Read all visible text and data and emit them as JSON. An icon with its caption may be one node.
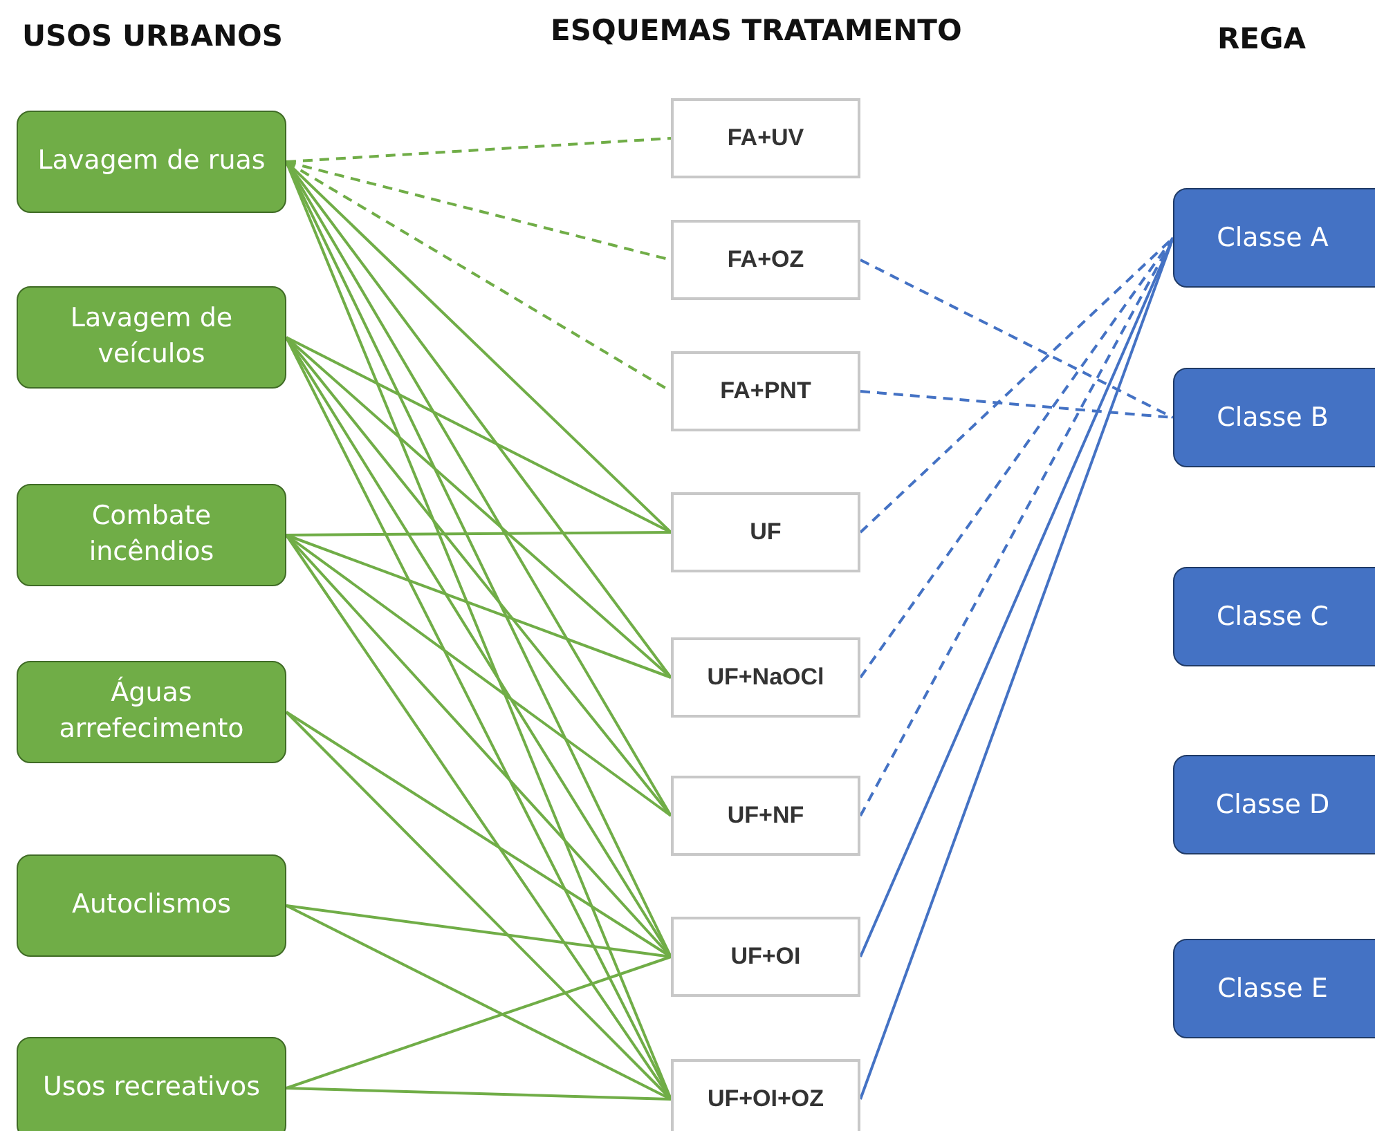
{
  "diagram": {
    "nodes": [
      {
        "text": [
          "Lavagem de ruas"
        ]
      },
      {
        "text": [
          "Lavagem de veículos"
        ]
      },
      {
        "text": [
          "Combate incêndios"
        ]
      },
      {
        "text": [
          "Águas arrefecimento"
        ]
      },
      {
        "text": [
          "Autoclismos"
        ]
      },
      {
        "text": [
          "Usos recreativos"
        ]
      },
      {
        "text": [
          "FA+UV"
        ]
      },
      {
        "text": [
          "FA+OZ"
        ]
      },
      {
        "text": [
          "FA+PNT"
        ]
      },
      {
        "text": [
          "UF"
        ]
      },
      {
        "text": [
          "UF+NaOCl"
        ]
      },
      {
        "text": [
          "UF+NF"
        ]
      },
      {
        "text": [
          "UF+OI"
        ]
      },
      {
        "text": [
          "UF+OI+OZ"
        ]
      },
      {
        "text": [
          "Classe A"
        ]
      },
      {
        "text": [
          "Classe B"
        ]
      },
      {
        "text": [
          "Classe C"
        ]
      },
      {
        "text": [
          "Classe D"
        ]
      },
      {
        "text": [
          "Classe E"
        ]
      }
    ],
    "edges": [
      {
        "from": 0,
        "to": 6,
        "arrow": "none",
        "style": "dashed"
      },
      {
        "from": 0,
        "to": 7,
        "arrow": "none",
        "style": "dashed"
      },
      {
        "from": 0,
        "to": 8,
        "arrow": "none",
        "style": "dashed"
      },
      {
        "from": 0,
        "to": 9,
        "arrow": "none"
      },
      {
        "from": 0,
        "to": 10,
        "arrow": "none"
      },
      {
        "from": 0,
        "to": 11,
        "arrow": "none"
      },
      {
        "from": 0,
        "to": 12,
        "arrow": "none"
      },
      {
        "from": 0,
        "to": 13,
        "arrow": "none"
      },
      {
        "from": 1,
        "to": 9,
        "arrow": "none"
      },
      {
        "from": 1,
        "to": 10,
        "arrow": "none"
      },
      {
        "from": 1,
        "to": 11,
        "arrow": "none"
      },
      {
        "from": 1,
        "to": 12,
        "arrow": "none"
      },
      {
        "from": 1,
        "to": 13,
        "arrow": "none"
      },
      {
        "from": 2,
        "to": 9,
        "arrow": "none"
      },
      {
        "from": 2,
        "to": 10,
        "arrow": "none"
      },
      {
        "from": 2,
        "to": 11,
        "arrow": "none"
      },
      {
        "from": 2,
        "to": 12,
        "arrow": "none"
      },
      {
        "from": 2,
        "to": 13,
        "arrow": "none"
      },
      {
        "from": 3,
        "to": 12,
        "arrow": "none"
      },
      {
        "from": 3,
        "to": 13,
        "arrow": "none"
      },
      {
        "from": 4,
        "to": 12,
        "arrow": "none"
      },
      {
        "from": 4,
        "to": 13,
        "arrow": "none"
      },
      {
        "from": 5,
        "to": 12,
        "arrow": "none"
      },
      {
        "from": 5,
        "to": 13,
        "arrow": "none"
      },
      {
        "from": 7,
        "to": 15,
        "arrow": "none",
        "style": "dashed",
        "color": "#4472c4"
      },
      {
        "from": 8,
        "to": 15,
        "arrow": "none",
        "style": "dashed",
        "color": "#4472c4"
      },
      {
        "from": 9,
        "to": 14,
        "arrow": "none",
        "style": "dashed",
        "color": "#4472c4"
      },
      {
        "from": 10,
        "to": 14,
        "arrow": "none",
        "style": "dashed",
        "color": "#4472c4"
      },
      {
        "from": 11,
        "to": 14,
        "arrow": "none",
        "style": "dashed",
        "color": "#4472c4"
      },
      {
        "from": 12,
        "to": 14,
        "arrow": "none",
        "color": "#4472c4"
      },
      {
        "from": 13,
        "to": 14,
        "arrow": "none",
        "color": "#4472c4"
      }
    ],
    "labels": [
      "USOS URBANOS",
      "ESQUEMAS TRATAMENTO",
      "REGA"
    ]
  }
}
